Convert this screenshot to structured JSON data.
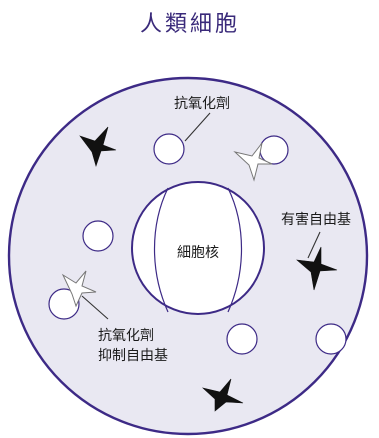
{
  "diagram": {
    "title": "人類細胞",
    "labels": {
      "antioxidant": "抗氧化劑",
      "harmful_free_radical": "有害自由基",
      "nucleus": "細胞核",
      "inhibit_line1": "抗氧化劑",
      "inhibit_line2": "抑制自由基"
    }
  },
  "colors": {
    "title": "#3a2a7a",
    "cell_fill": "#e9e8f2",
    "cell_stroke": "#3d2a86",
    "nucleus_fill": "#ffffff",
    "antioxidant_stroke": "#3d2a86",
    "radical_fill": "#111111",
    "neutralized_stroke": "#777777"
  },
  "icons": {
    "free_radical": "black-star-icon",
    "neutralized_radical": "outlined-star-icon"
  }
}
